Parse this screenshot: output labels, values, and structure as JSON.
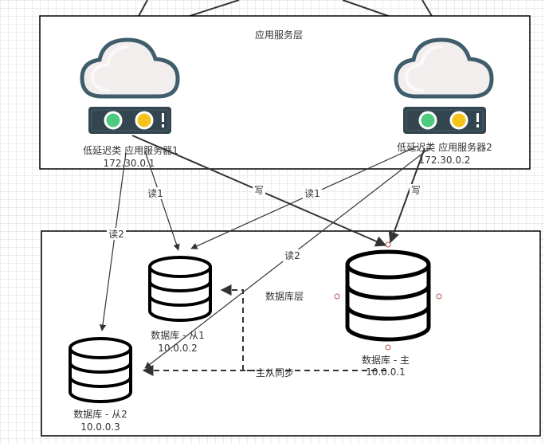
{
  "app_layer": {
    "title": "应用服务层"
  },
  "db_layer": {
    "title": "数据库层"
  },
  "servers": [
    {
      "name": "低延迟类 应用服务器1",
      "ip": "172.30.0.1"
    },
    {
      "name": "低延迟类 应用服务器2",
      "ip": "172.30.0.2"
    }
  ],
  "databases": {
    "slave1": {
      "name": "数据库 - 从1",
      "ip": "10.0.0.2"
    },
    "slave2": {
      "name": "数据库 - 从2",
      "ip": "10.0.0.3"
    },
    "master": {
      "name": "数据库 - 主",
      "ip": "10.0.0.1"
    }
  },
  "edges": {
    "read1": "读1",
    "read2": "读2",
    "write": "写",
    "sync": "主从同步"
  },
  "colors": {
    "cloud_stroke": "#3f5d6b",
    "cloud_fill": "#f3eeee",
    "server_body": "#33454e",
    "led_green": "#4ccb7e",
    "led_yellow": "#f6c31a",
    "db_stroke": "#000000",
    "port_stroke": "#b85450"
  }
}
